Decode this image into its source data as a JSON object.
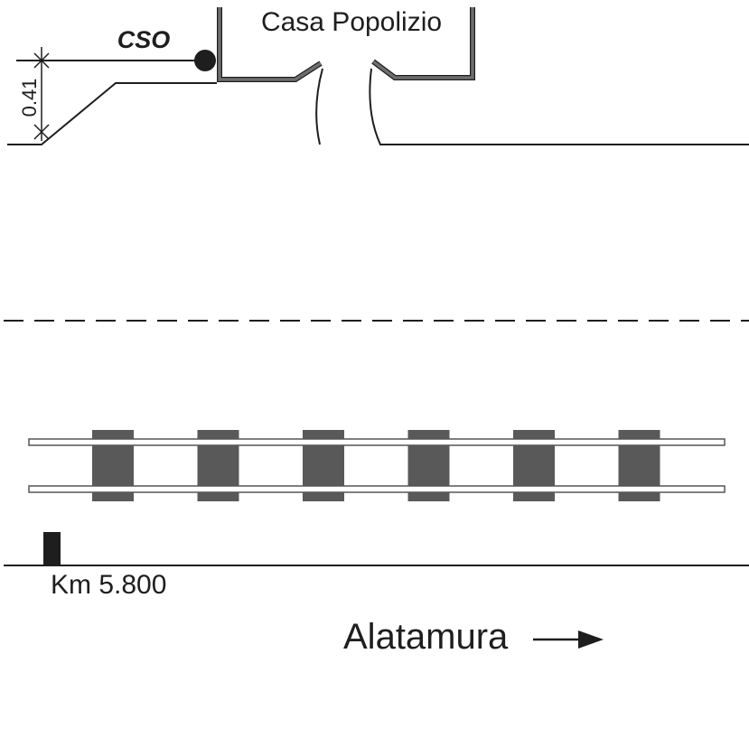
{
  "labels": {
    "house": "Casa Popolizio",
    "cso": "CSO",
    "dimension": "0.41",
    "km_marker": "Km 5.800",
    "direction": "Alatamura"
  },
  "track": {
    "sleeper_count": 6
  },
  "colors": {
    "line": "#1e1e1e",
    "wall": "#6e6e6e",
    "sleeper": "#595959",
    "rail_fill": "#ffffff",
    "marker": "#1e1e1e"
  }
}
